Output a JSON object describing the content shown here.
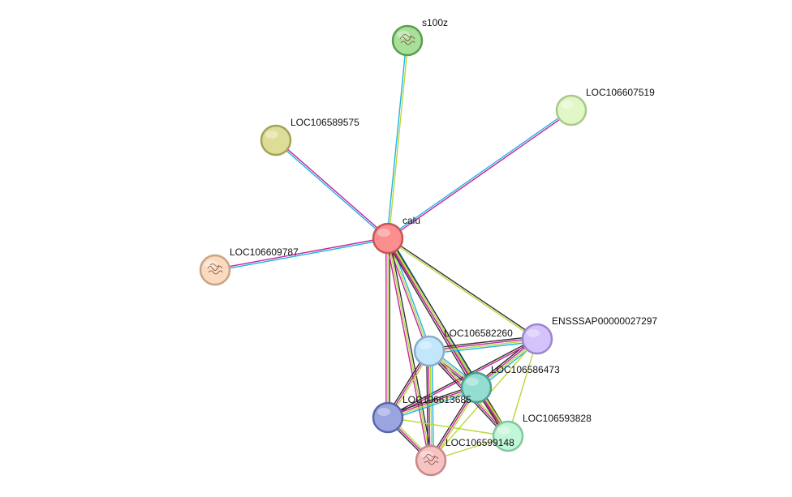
{
  "network": {
    "nodes": [
      {
        "id": "s100z",
        "label": "s100z",
        "fill": "#a8e09a",
        "stroke": "#5a9e4e",
        "structure": true
      },
      {
        "id": "LOC106607519",
        "label": "LOC106607519",
        "fill": "#e1f7c6",
        "stroke": "#a6c98a",
        "structure": false
      },
      {
        "id": "LOC106589575",
        "label": "LOC106589575",
        "fill": "#dedd98",
        "stroke": "#a3a259",
        "structure": false
      },
      {
        "id": "calu",
        "label": "calu",
        "fill": "#fb8e8e",
        "stroke": "#c55555",
        "structure": false
      },
      {
        "id": "LOC106609787",
        "label": "LOC106609787",
        "fill": "#fbdac0",
        "stroke": "#c8a582",
        "structure": true
      },
      {
        "id": "ENSSSAP00000027297",
        "label": "ENSSSAP00000027297",
        "fill": "#d4c2fb",
        "stroke": "#9a87cf",
        "structure": false
      },
      {
        "id": "LOC106582260",
        "label": "LOC106582260",
        "fill": "#c2e6fb",
        "stroke": "#88aec8",
        "structure": false
      },
      {
        "id": "LOC106586473",
        "label": "LOC106586473",
        "fill": "#93ddd2",
        "stroke": "#4e9e93",
        "structure": false
      },
      {
        "id": "LOC106613685",
        "label": "LOC106613685",
        "fill": "#9aa5e0",
        "stroke": "#5a66a8",
        "structure": false
      },
      {
        "id": "LOC106593828",
        "label": "LOC106593828",
        "fill": "#c2f6d8",
        "stroke": "#80c89e",
        "structure": false
      },
      {
        "id": "LOC106599148",
        "label": "LOC106599148",
        "fill": "#f7c2c2",
        "stroke": "#c88888",
        "structure": true
      }
    ],
    "edges": [
      {
        "source": "calu",
        "target": "s100z",
        "colors": [
          "#1fb3e6",
          "#b6d936"
        ]
      },
      {
        "source": "calu",
        "target": "LOC106607519",
        "colors": [
          "#1fb3e6",
          "#c4249a"
        ]
      },
      {
        "source": "calu",
        "target": "LOC106589575",
        "colors": [
          "#1fb3e6",
          "#c4249a"
        ]
      },
      {
        "source": "calu",
        "target": "LOC106609787",
        "colors": [
          "#1fb3e6",
          "#c4249a"
        ]
      },
      {
        "source": "calu",
        "target": "ENSSSAP00000027297",
        "colors": [
          "#333333",
          "#b6d936"
        ]
      },
      {
        "source": "calu",
        "target": "LOC106582260",
        "colors": [
          "#1fb3e6",
          "#b6d936",
          "#c4249a"
        ]
      },
      {
        "source": "calu",
        "target": "LOC106586473",
        "colors": [
          "#1fb3e6",
          "#b6d936",
          "#c4249a",
          "#333333"
        ]
      },
      {
        "source": "calu",
        "target": "LOC106613685",
        "colors": [
          "#333333",
          "#b6d936",
          "#c4249a"
        ]
      },
      {
        "source": "calu",
        "target": "LOC106593828",
        "colors": [
          "#333333",
          "#b6d936",
          "#c4249a"
        ]
      },
      {
        "source": "calu",
        "target": "LOC106599148",
        "colors": [
          "#333333",
          "#b6d936",
          "#c4249a"
        ]
      },
      {
        "source": "ENSSSAP00000027297",
        "target": "LOC106582260",
        "colors": [
          "#1fb3e6",
          "#b6d936",
          "#c4249a",
          "#333333"
        ]
      },
      {
        "source": "ENSSSAP00000027297",
        "target": "LOC106586473",
        "colors": [
          "#1fb3e6",
          "#b6d936",
          "#c4249a",
          "#333333"
        ]
      },
      {
        "source": "ENSSSAP00000027297",
        "target": "LOC106613685",
        "colors": [
          "#c4249a",
          "#333333"
        ]
      },
      {
        "source": "ENSSSAP00000027297",
        "target": "LOC106593828",
        "colors": [
          "#b6d936"
        ]
      },
      {
        "source": "ENSSSAP00000027297",
        "target": "LOC106599148",
        "colors": [
          "#b6d936"
        ]
      },
      {
        "source": "LOC106582260",
        "target": "LOC106586473",
        "colors": [
          "#1fb3e6",
          "#b6d936",
          "#c4249a",
          "#333333"
        ]
      },
      {
        "source": "LOC106582260",
        "target": "LOC106613685",
        "colors": [
          "#b6d936",
          "#c4249a",
          "#333333"
        ]
      },
      {
        "source": "LOC106582260",
        "target": "LOC106593828",
        "colors": [
          "#b6d936",
          "#c4249a",
          "#333333"
        ]
      },
      {
        "source": "LOC106582260",
        "target": "LOC106599148",
        "colors": [
          "#1fb3e6",
          "#b6d936",
          "#c4249a",
          "#333333"
        ]
      },
      {
        "source": "LOC106586473",
        "target": "LOC106613685",
        "colors": [
          "#1fb3e6",
          "#b6d936",
          "#c4249a",
          "#333333"
        ]
      },
      {
        "source": "LOC106586473",
        "target": "LOC106593828",
        "colors": [
          "#b6d936",
          "#c4249a",
          "#333333"
        ]
      },
      {
        "source": "LOC106586473",
        "target": "LOC106599148",
        "colors": [
          "#b6d936",
          "#c4249a",
          "#333333"
        ]
      },
      {
        "source": "LOC106613685",
        "target": "LOC106593828",
        "colors": [
          "#b6d936"
        ]
      },
      {
        "source": "LOC106613685",
        "target": "LOC106599148",
        "colors": [
          "#b6d936",
          "#c4249a",
          "#333333"
        ]
      },
      {
        "source": "LOC106593828",
        "target": "LOC106599148",
        "colors": [
          "#b6d936"
        ]
      }
    ]
  }
}
